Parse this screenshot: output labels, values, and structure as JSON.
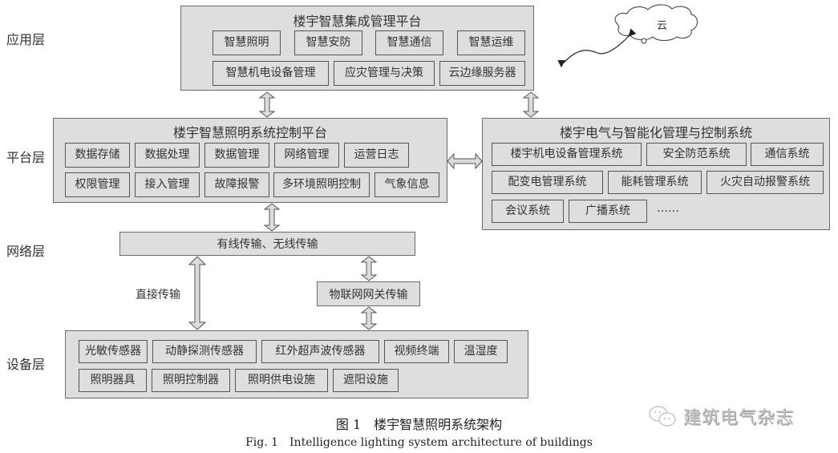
{
  "layers": {
    "application": "应用层",
    "platform": "平台层",
    "network": "网络层",
    "device": "设备层"
  },
  "application_panel": {
    "title": "楼宇智慧集成管理平台",
    "row1": [
      "智慧照明",
      "智慧安防",
      "智慧通信",
      "智慧运维"
    ],
    "row2": [
      "智慧机电设备管理",
      "应灾管理与决策",
      "云边缘服务器"
    ]
  },
  "cloud": {
    "label": "云"
  },
  "lighting_platform": {
    "title": "楼宇智慧照明系统控制平台",
    "row1": [
      "数据存储",
      "数据处理",
      "数据管理",
      "网络管理",
      "运营日志"
    ],
    "row2": [
      "权限管理",
      "接入管理",
      "故障报警",
      "多环境照明控制",
      "气象信息"
    ]
  },
  "electrical_system": {
    "title": "楼宇电气与智能化管理与控制系统",
    "row1": [
      "楼宇机电设备管理系统",
      "安全防范系统",
      "通信系统"
    ],
    "row2": [
      "配变电管理系统",
      "能耗管理系统",
      "火灾自动报警系统"
    ],
    "row3": [
      "会议系统",
      "广播系统"
    ],
    "ellipsis": "……"
  },
  "network": {
    "bar": "有线传输、无线传输",
    "direct": "直接传输",
    "iot_gateway": "物联网网关传输"
  },
  "device_panel": {
    "row1": [
      "光敏传感器",
      "动静探测传感器",
      "红外超声波传感器",
      "视频终端",
      "温湿度"
    ],
    "row2": [
      "照明器具",
      "照明控制器",
      "照明供电设施",
      "遮阳设施"
    ]
  },
  "caption": {
    "cn": "图 1　楼宇智慧照明系统架构",
    "en": "Fig. 1　Intelligence lighting system architecture of buildings"
  },
  "watermark": "建筑电气杂志"
}
